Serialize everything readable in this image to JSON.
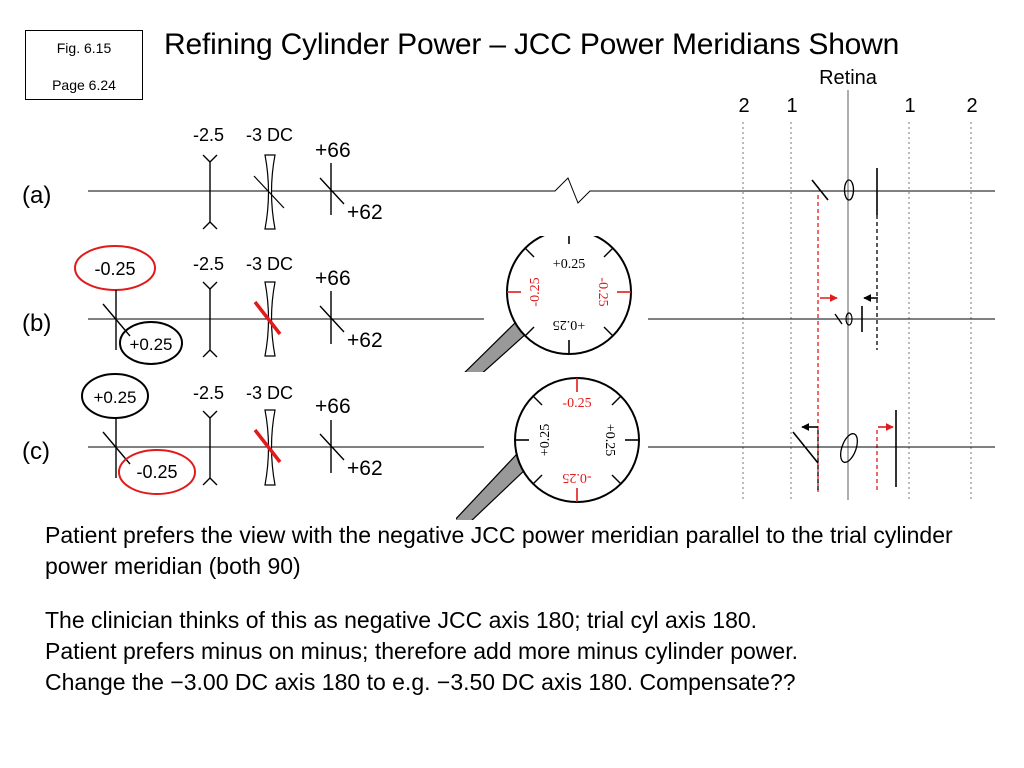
{
  "figure": {
    "label": "Fig. 6.15",
    "page": "Page 6.24"
  },
  "title": "Refining Cylinder Power – JCC Power Meridians Shown",
  "retina": {
    "label": "Retina",
    "line_labels": [
      "2",
      "1",
      "1",
      "2"
    ]
  },
  "rows": [
    {
      "label": "(a)",
      "lenses": {
        "sphere": "-2.5",
        "cyl": "-3 DC"
      },
      "powers": {
        "top": "+66",
        "bottom": "+62"
      }
    },
    {
      "label": "(b)",
      "jcc": {
        "top": "-0.25",
        "bottom": "+0.25"
      },
      "lenses": {
        "sphere": "-2.5",
        "cyl": "-3 DC"
      },
      "powers": {
        "top": "+66",
        "bottom": "+62"
      },
      "dial": {
        "top": "+0.25",
        "left": "-0.25",
        "right": "-0.25",
        "bottom": "+0.25"
      }
    },
    {
      "label": "(c)",
      "jcc": {
        "top": "+0.25",
        "bottom": "-0.25"
      },
      "lenses": {
        "sphere": "-2.5",
        "cyl": "-3 DC"
      },
      "powers": {
        "top": "+66",
        "bottom": "+62"
      },
      "dial": {
        "top": "-0.25",
        "left": "+0.25",
        "right": "+0.25",
        "bottom": "-0.25"
      }
    }
  ],
  "colors": {
    "red": "#e01b1b",
    "black": "#000000",
    "gray": "#777777"
  },
  "paragraph1": "Patient prefers the view with the negative JCC power meridian parallel to the trial cylinder power meridian (both 90)",
  "paragraph2": {
    "line1": "The clinician thinks of this as negative JCC axis 180; trial cyl axis 180.",
    "line2": "Patient prefers minus on minus; therefore add more minus cylinder power.",
    "line3": "Change the −3.00 DC axis 180 to e.g. −3.50 DC axis 180.  Compensate??"
  }
}
